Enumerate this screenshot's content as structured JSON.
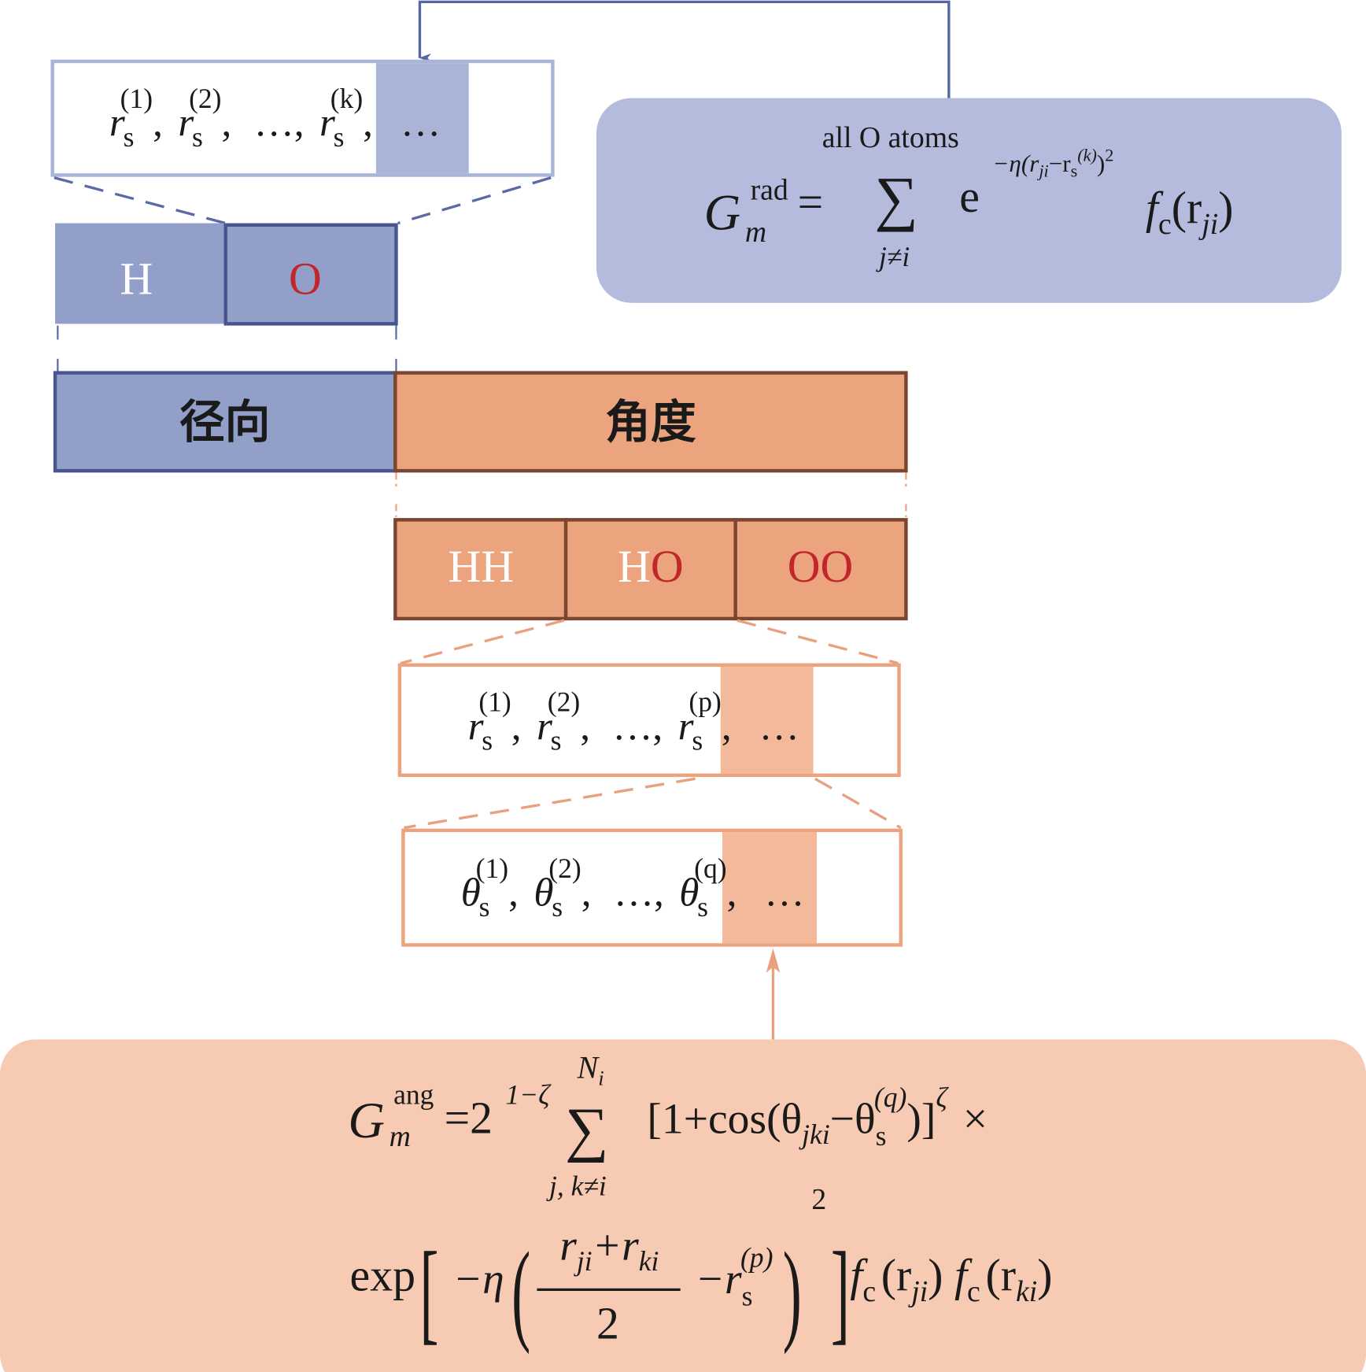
{
  "colors": {
    "blue_dark": "#4a5590",
    "blue_mid": "#919fc9",
    "blue_light": "#a9b4d6",
    "blue_panel": "#b5bbdc",
    "orange_dark": "#7a4630",
    "orange_mid": "#eba47e",
    "orange_light": "#f4b89a",
    "orange_panel": "#f7cbb3",
    "red": "#c0262a"
  },
  "radial_params": {
    "r": "r",
    "s": "s",
    "i1": "(1)",
    "i2": "(2)",
    "ik": "(k)",
    "sep": ",",
    "dots": "…"
  },
  "elements": {
    "H": "H",
    "O": "O"
  },
  "categories": {
    "radial": "径向",
    "angular": "角度"
  },
  "pairs": {
    "HH": "HH",
    "HO_h": "H",
    "HO_o": "O",
    "OO": "OO"
  },
  "angular_r_params": {
    "ip": "(p)"
  },
  "angular_theta_params": {
    "theta": "θ",
    "iq": "(q)"
  },
  "radial_formula": {
    "G": "G",
    "sup": "rad",
    "sub": "m",
    "eq": "=",
    "sum": "∑",
    "sum_top": "all O atoms",
    "sum_bottom": "j≠i",
    "e": "e",
    "exponent": "−η(r",
    "exp_ji": "ji",
    "exp_minus": "−r",
    "exp_s": "s",
    "exp_k": "(k)",
    "exp_close": ")",
    "exp_sq": "2",
    "fc": "f",
    "fc_sub": "c",
    "fc_arg": "(r",
    "fc_ji": "ji",
    "fc_close": ")"
  },
  "angular_formula": {
    "G": "G",
    "sup": "ang",
    "sub": "m",
    "eq": "=2",
    "pow": "1−ζ",
    "sum": "∑",
    "sum_top": "N",
    "sum_top_sub": "i",
    "sum_bottom": "j, k≠i",
    "bracket": "[1+cos(θ",
    "jki": "jki",
    "minus_theta": "−θ",
    "s": "s",
    "q": "(q)",
    "close": ")]",
    "zeta": "ζ",
    "times": "×",
    "exp": "exp",
    "neg_eta": "−η",
    "num_r1": "r",
    "num_ji": "ji",
    "plus": "+r",
    "num_ki": "ki",
    "den": "2",
    "minus_r": "−r",
    "p": "(p)",
    "sq": "2",
    "fc1": "f",
    "c1": "c",
    "arg1": "(r",
    "ji1": "ji",
    "close1": ")",
    "fc2": "f",
    "c2": "c",
    "arg2": "(r",
    "ki2": "ki",
    "close2": ")"
  }
}
